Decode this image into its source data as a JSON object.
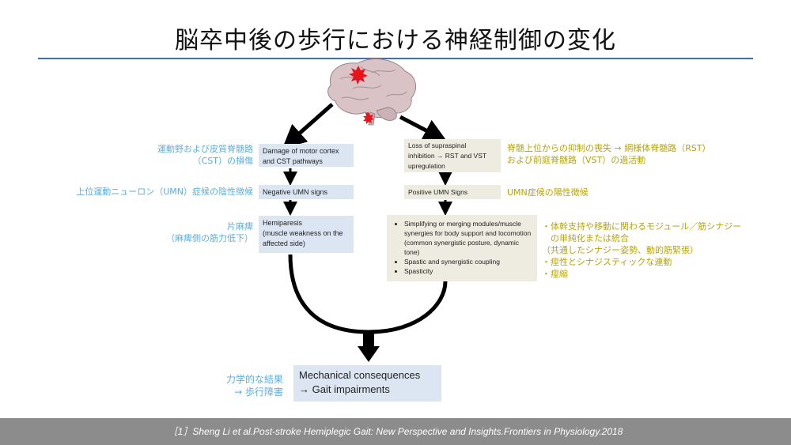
{
  "title": "脳卒中後の歩行における神経制御の変化",
  "left": {
    "damage_label": [
      "運動野および皮質脊髄路",
      "（CST）の損傷"
    ],
    "damage_box": [
      "Damage of motor cortex",
      "and CST pathways"
    ],
    "negative_label": "上位運動ニューロン（UMN）症候の陰性徴候",
    "negative_box": "Negative UMN signs",
    "hemiparesis_label": [
      "片麻痺",
      "（麻痺側の筋力低下）"
    ],
    "hemiparesis_box": [
      "Hemiparesis",
      "(muscle weakness on the",
      "affected side)"
    ]
  },
  "right": {
    "loss_box": [
      "Loss of supraspinal",
      "inhibition → RST and VST",
      "upregulation"
    ],
    "loss_label": [
      "脊髄上位からの抑制の喪失 → 網様体脊髄路（RST）",
      "および前庭脊髄路（VST）の過活動"
    ],
    "positive_box": "Positive UMN Signs",
    "positive_label": "UMN症候の陽性徴候",
    "synergy_items": [
      "Simplifying or merging modules/muscle synergies for body support and locomotion (common synergistic posture, dynamic tone)",
      "Spastic and synergistic coupling",
      "Spasticity"
    ],
    "synergy_label": [
      "・体幹支持や移動に関わるモジュール／筋シナジー",
      "　の単純化または統合",
      "（共通したシナジー姿勢、動的筋緊張）",
      "・痙性とシナジスティックな連動",
      "・痙縮"
    ]
  },
  "bottom": {
    "label": [
      "力学的な結果",
      "→ 歩行障害"
    ],
    "box": [
      "Mechanical consequences",
      "→ Gait impairments"
    ]
  },
  "reference": "［1］Sheng Li et al.Post-stroke Hemiplegic Gait: New Perspective and Insights.Frontiers in Physiology.2018",
  "colors": {
    "accent_rule": "#3a70b8",
    "label_blue": "#5aaee0",
    "label_olive": "#b5a50a",
    "box_blue": "#dce6f2",
    "box_tan": "#eeece1",
    "lesion_red": "#e8141b"
  }
}
